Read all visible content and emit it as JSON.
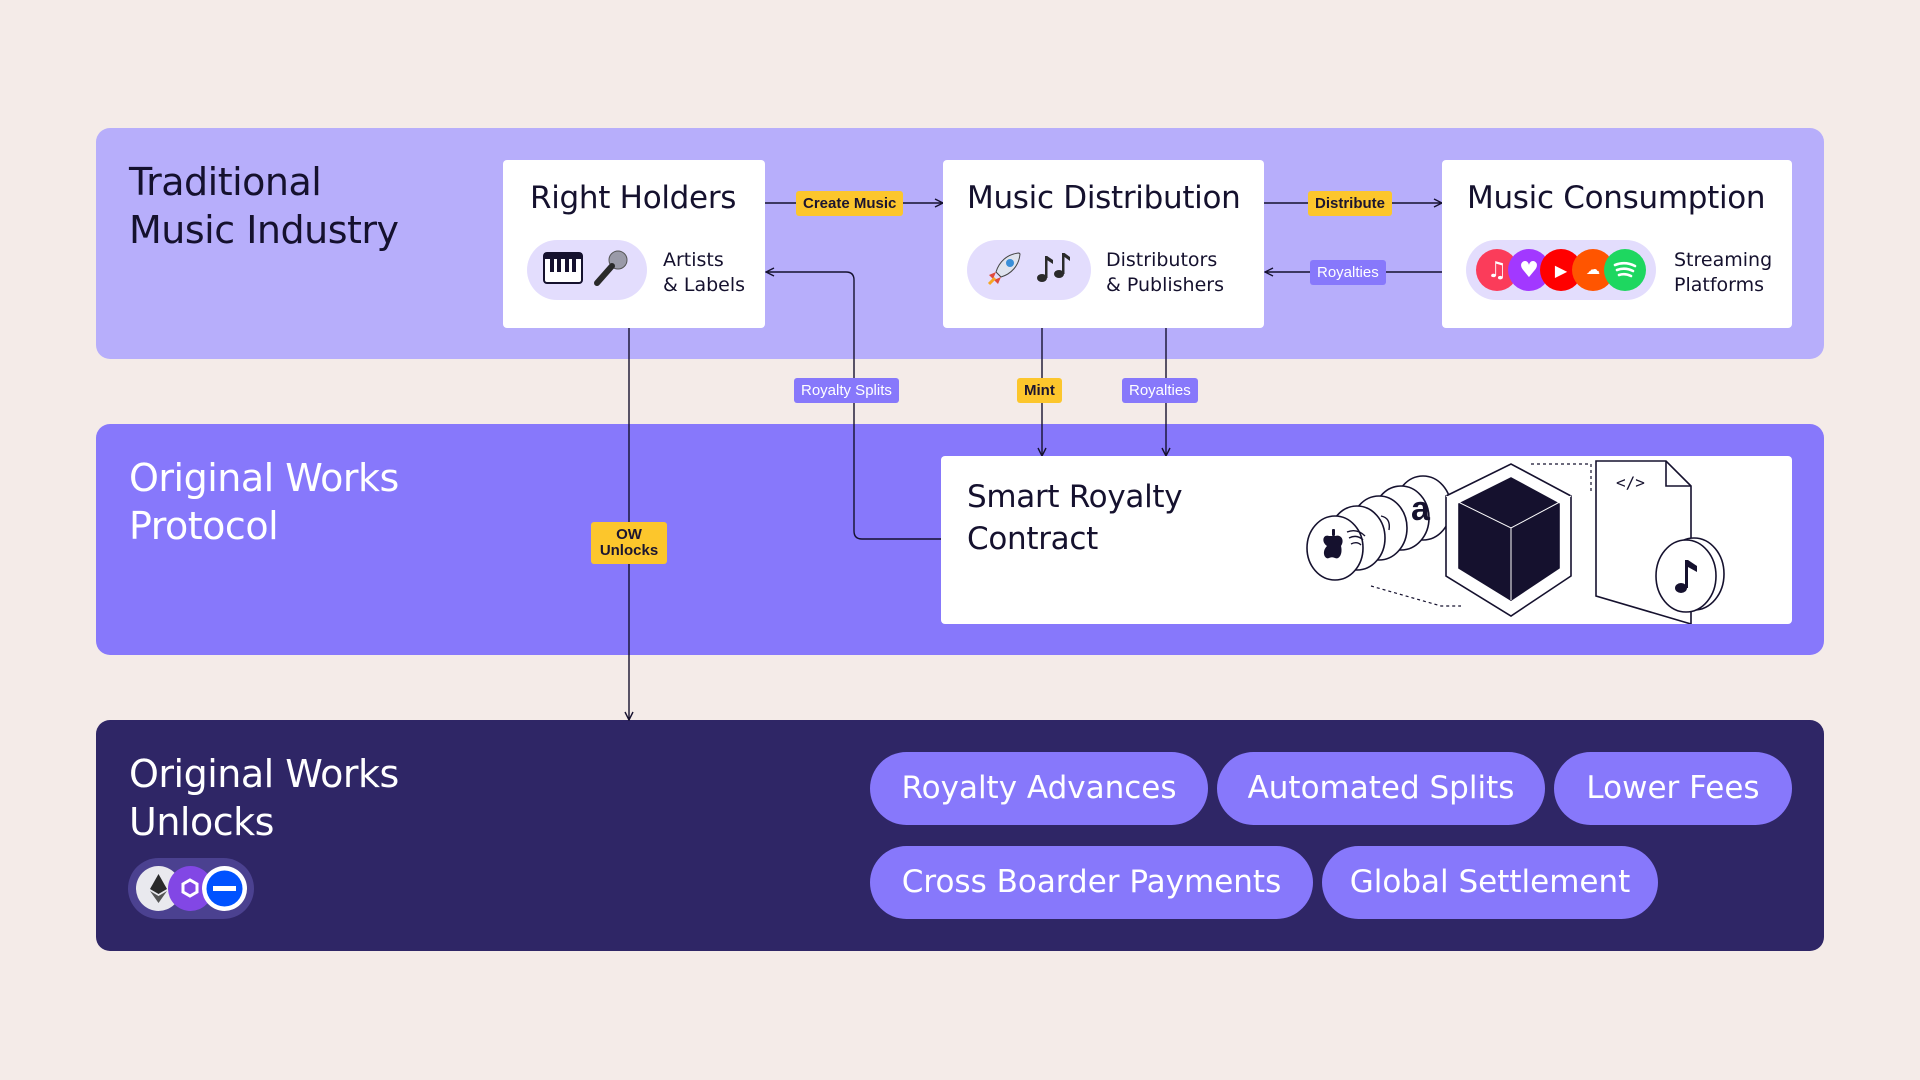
{
  "bands": {
    "traditional": "Traditional\nMusic Industry",
    "protocol": "Original Works\nProtocol",
    "unlocks": "Original Works\nUnlocks"
  },
  "cards": {
    "right_holders": {
      "title": "Right Holders",
      "sub": "Artists\n& Labels",
      "icons": [
        "piano-icon",
        "microphone-icon"
      ]
    },
    "distribution": {
      "title": "Music Distribution",
      "sub": "Distributors\n& Publishers",
      "icons": [
        "rocket-icon",
        "music-notes-icon"
      ]
    },
    "consumption": {
      "title": "Music Consumption",
      "sub": "Streaming\nPlatforms",
      "icons": [
        "apple-music-icon",
        "deezer-icon",
        "youtube-icon",
        "soundcloud-icon",
        "spotify-icon"
      ]
    },
    "smart_contract": {
      "title": "Smart Royalty\nContract"
    }
  },
  "flow_labels": {
    "create_music": "Create Music",
    "distribute": "Distribute",
    "royalties_top": "Royalties",
    "royalty_splits": "Royalty Splits",
    "mint": "Mint",
    "royalties_mid": "Royalties",
    "ow_unlocks": "OW\nUnlocks"
  },
  "benefits": [
    "Royalty Advances",
    "Automated Splits",
    "Lower Fees",
    "Cross Boarder Payments",
    "Global Settlement"
  ],
  "crypto_icons": [
    "ethereum-icon",
    "polygon-icon",
    "base-icon"
  ],
  "colors": {
    "background": "#f4ebe8",
    "traditional_band": "#b7aefb",
    "protocol_band": "#8778fb",
    "unlocks_band": "#2f2666",
    "yellow_label": "#fcc62c",
    "purple_label": "#8778fb"
  }
}
